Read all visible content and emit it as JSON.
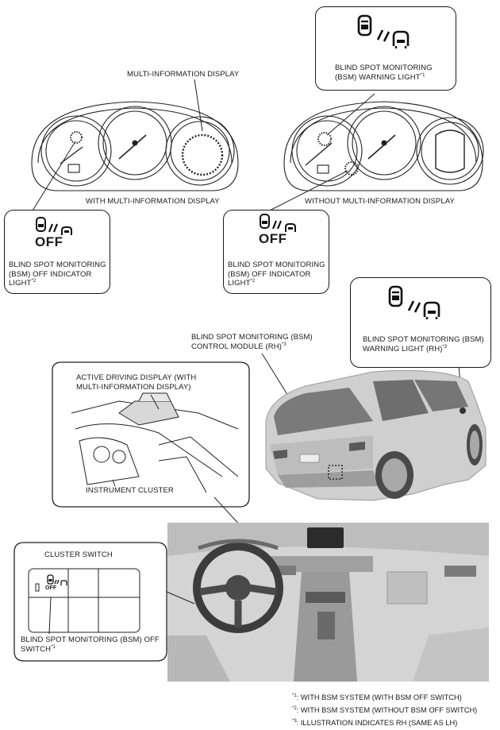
{
  "labels": {
    "mid_label": "MULTI-INFORMATION DISPLAY",
    "with_mid": "WITH MULTI-INFORMATION DISPLAY",
    "without_mid": "WITHOUT MULTI-INFORMATION DISPLAY",
    "bsm_warning_light": "BLIND SPOT MONITORING (BSM) WARNING LIGHT",
    "bsm_warning_light_ref": "*1",
    "bsm_off_indicator_left": "BLIND SPOT MONITORING (BSM) OFF INDICATOR LIGHT",
    "bsm_off_indicator_left_ref": "*2",
    "bsm_off_indicator_right": "BLIND SPOT MONITORING (BSM) OFF INDICATOR LIGHT",
    "bsm_off_indicator_right_ref": "*2",
    "bsm_warning_light_rh": "BLIND SPOT MONITORING (BSM) WARNING LIGHT (RH)",
    "bsm_warning_light_rh_ref": "*3",
    "bsm_control_module": "BLIND SPOT MONITORING (BSM) CONTROL MODULE (RH)",
    "bsm_control_module_ref": "*3",
    "active_driving_display": "ACTIVE DRIVING DISPLAY (WITH MULTI-INFORMATION DISPLAY)",
    "instrument_cluster": "INSTRUMENT CLUSTER",
    "cluster_switch": "CLUSTER SWITCH",
    "bsm_off_switch": "BLIND SPOT MONITORING (BSM) OFF SWITCH",
    "bsm_off_switch_ref": "*1",
    "off_text": "OFF"
  },
  "footnotes": [
    {
      "mark": "*1",
      "text": ": WITH BSM SYSTEM (WITH BSM OFF SWITCH)"
    },
    {
      "mark": "*2",
      "text": ": WITH BSM SYSTEM (WITHOUT BSM OFF SWITCH)"
    },
    {
      "mark": "*3",
      "text": ": ILLUSTRATION INDICATES RH (SAME AS LH)"
    }
  ],
  "icons": [
    "car-icon",
    "radar-waves-icon",
    "vehicle-rear-icon",
    "bsm-off-icon"
  ],
  "colors": {
    "line": "#1a1a1a",
    "photo_bg": "#dcdcdc",
    "photo_dark": "#8a8a8a"
  }
}
